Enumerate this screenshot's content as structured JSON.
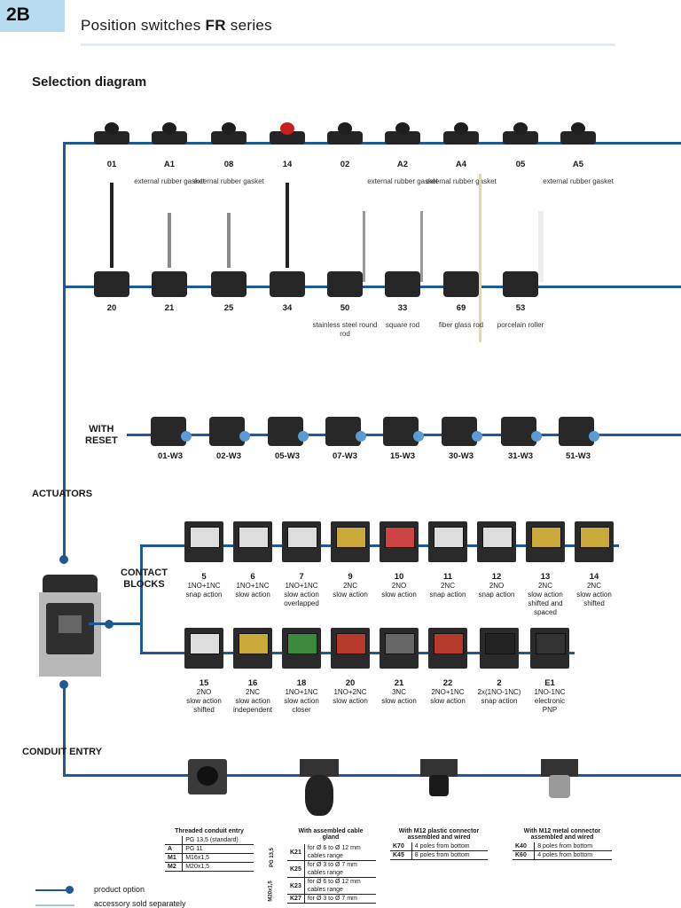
{
  "header": {
    "tab": "2B",
    "title_prefix": "Position switches ",
    "title_bold": "FR",
    "title_suffix": " series"
  },
  "section_title": "Selection diagram",
  "row1": [
    {
      "code": "01",
      "note": ""
    },
    {
      "code": "A1",
      "note": "external rubber gasket"
    },
    {
      "code": "08",
      "note": "external rubber gasket"
    },
    {
      "code": "14",
      "note": ""
    },
    {
      "code": "02",
      "note": ""
    },
    {
      "code": "A2",
      "note": "external rubber gasket"
    },
    {
      "code": "A4",
      "note": "external rubber gasket"
    },
    {
      "code": "05",
      "note": ""
    },
    {
      "code": "A5",
      "note": "external rubber gasket"
    }
  ],
  "row2": [
    {
      "code": "20",
      "note": ""
    },
    {
      "code": "21",
      "note": ""
    },
    {
      "code": "25",
      "note": ""
    },
    {
      "code": "34",
      "note": ""
    },
    {
      "code": "50",
      "note": "stainless steel round rod"
    },
    {
      "code": "33",
      "note": "square rod"
    },
    {
      "code": "69",
      "note": "fiber glass rod"
    },
    {
      "code": "53",
      "note": "porcelain roller"
    }
  ],
  "with_reset": "WITH\nRESET",
  "row3": [
    "01-W3",
    "02-W3",
    "05-W3",
    "07-W3",
    "15-W3",
    "30-W3",
    "31-W3",
    "51-W3"
  ],
  "actuators": "ACTUATORS",
  "contact_blocks": "CONTACT\nBLOCKS",
  "cb_row1": [
    {
      "num": "5",
      "desc": "1NO+1NC\nsnap action"
    },
    {
      "num": "6",
      "desc": "1NO+1NC\nslow action"
    },
    {
      "num": "7",
      "desc": "1NO+1NC\nslow action\noverlapped"
    },
    {
      "num": "9",
      "desc": "2NC\nslow action"
    },
    {
      "num": "10",
      "desc": "2NO\nslow action"
    },
    {
      "num": "11",
      "desc": "2NC\nsnap action"
    },
    {
      "num": "12",
      "desc": "2NO\nsnap action"
    },
    {
      "num": "13",
      "desc": "2NC\nslow action\nshifted and\nspaced"
    },
    {
      "num": "14",
      "desc": "2NC\nslow action\nshifted"
    }
  ],
  "cb_row2": [
    {
      "num": "15",
      "desc": "2NO\nslow action\nshifted"
    },
    {
      "num": "16",
      "desc": "2NC\nslow action\nindependent"
    },
    {
      "num": "18",
      "desc": "1NO+1NC\nslow action\ncloser"
    },
    {
      "num": "20",
      "desc": "1NO+2NC\nslow action"
    },
    {
      "num": "21",
      "desc": "3NC\nslow action"
    },
    {
      "num": "22",
      "desc": "2NO+1NC\nslow action"
    },
    {
      "num": "2",
      "desc": "2x(1NO-1NC)\nsnap action"
    },
    {
      "num": "E1",
      "desc": "1NO-1NC\nelectronic\nPNP"
    }
  ],
  "conduit_entry": "CONDUIT ENTRY",
  "threaded": {
    "title": "Threaded conduit entry",
    "rows": [
      [
        "",
        "PG 13,5 (standard)"
      ],
      [
        "A",
        "PG 11"
      ],
      [
        "M1",
        "M16x1,5"
      ],
      [
        "M2",
        "M20x1,5"
      ]
    ]
  },
  "gland": {
    "title": "With assembled cable gland",
    "group1": "PG 13,5",
    "group2": "M20x1,5",
    "rows": [
      [
        "K21",
        "for Ø 6 to Ø 12 mm cables range"
      ],
      [
        "K25",
        "for Ø 3 to Ø 7 mm cables range"
      ],
      [
        "K23",
        "for Ø 6 to Ø 12 mm cables range"
      ],
      [
        "K27",
        "for Ø 3 to Ø 7 mm"
      ]
    ]
  },
  "m12plastic": {
    "title": "With M12 plastic connector assembled and wired",
    "rows": [
      [
        "K70",
        "4 poles from bottom"
      ],
      [
        "K45",
        "8 poles from bottom"
      ]
    ]
  },
  "m12metal": {
    "title": "With M12 metal connector assembled and wired",
    "rows": [
      [
        "K40",
        "8 poles from bottom"
      ],
      [
        "K60",
        "4 poles from bottom"
      ]
    ]
  },
  "legend": {
    "product_option": "product option",
    "accessory": "accessory sold separately"
  },
  "colors": {
    "line": "#1f5a97",
    "tab": "#b9dbf0"
  }
}
